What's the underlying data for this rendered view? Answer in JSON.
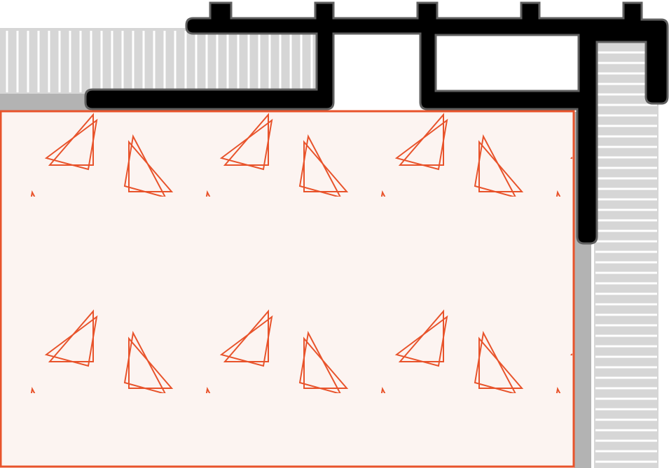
{
  "colors": {
    "background": "#ffffff",
    "shadow_gray": "#b3b3b3",
    "ribbed_gray": "#d6d6d6",
    "frame_black": "#000000",
    "frame_outline": "#5f5f5f",
    "panel_fill": "#fcf4f1",
    "panel_stroke": "#e8532b"
  },
  "pattern": {
    "shape": "triangle-outline",
    "tile_count_x": 4,
    "tile_count_y": 2
  }
}
